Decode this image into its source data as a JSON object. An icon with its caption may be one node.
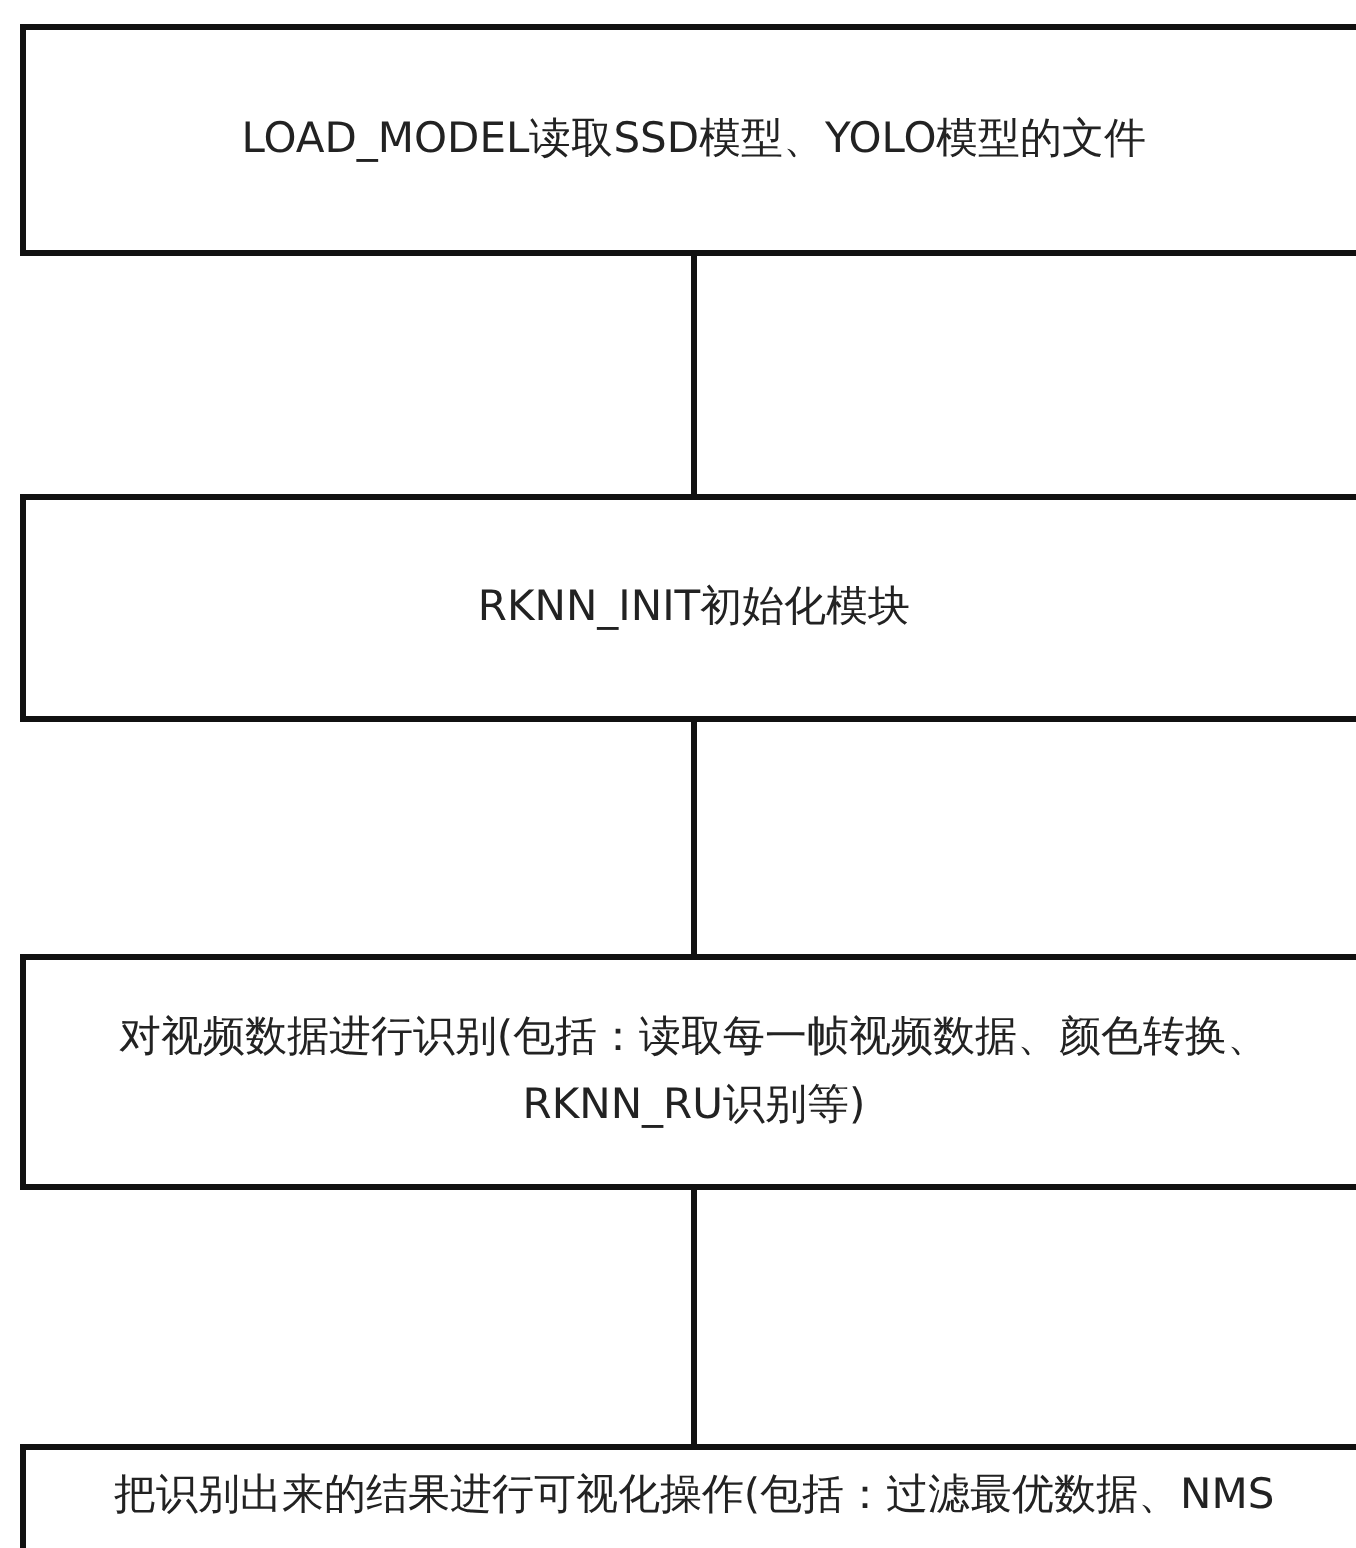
{
  "diagram": {
    "nodes": [
      {
        "text": [
          "LOAD_MODEL读取SSD模型、YOLO模型的文件"
        ]
      },
      {
        "text": [
          "RKNN_INIT初始化模块"
        ]
      },
      {
        "text": [
          "对视频数据进行识别(包括：读取每一帧视频数据、颜色转换、RKNN_RU识别等)"
        ]
      },
      {
        "text": [
          "把识别出来的结果进行可视化操作(包括：过滤最优数据、NMS"
        ]
      }
    ],
    "edges": [
      {
        "from": 0,
        "to": 1,
        "arrow": "none"
      },
      {
        "from": 1,
        "to": 2,
        "arrow": "none"
      },
      {
        "from": 2,
        "to": 3,
        "arrow": "none"
      }
    ]
  }
}
